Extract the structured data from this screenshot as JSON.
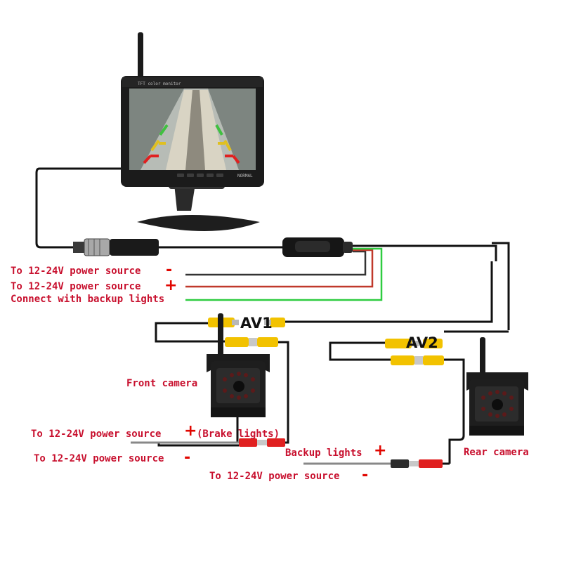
{
  "monitor": {
    "header_text": "TFT color monitor",
    "screen_tag": "NORMAL"
  },
  "labels": {
    "power_minus": "To 12-24V power source",
    "power_plus": "To 12-24V power source",
    "backup_lights_connect": "Connect with backup lights",
    "front_camera": "Front camera",
    "front_power_plus": "To 12-24V power source",
    "brake_lights": "(Brake lights)",
    "front_power_minus": "To 12-24V power source",
    "backup_lights": "Backup lights",
    "rear_camera": "Rear camera",
    "rear_power_minus": "To 12-24V power source",
    "av1": "AV1",
    "av2": "AV2"
  },
  "symbols": {
    "plus": "+",
    "minus": "-"
  },
  "colors": {
    "label_red": "#c8102e",
    "symbol_red": "#e10600",
    "wire_black": "#111111",
    "wire_red": "#c0392b",
    "wire_green": "#2ecc40",
    "rca_yellow": "#f2c200"
  }
}
